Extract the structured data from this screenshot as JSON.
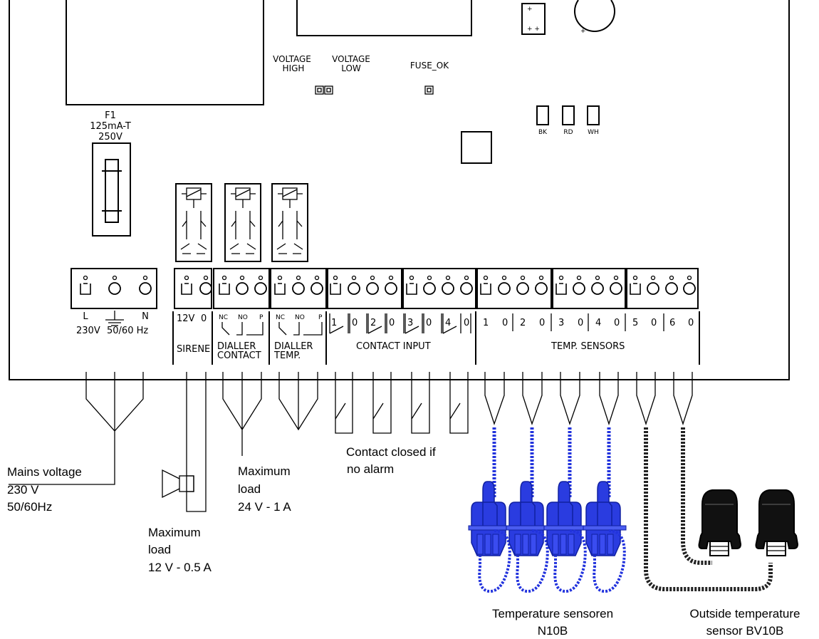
{
  "pcb": {
    "indicators": {
      "voltage_high": [
        "VOLTAGE",
        "HIGH"
      ],
      "voltage_low": [
        "VOLTAGE",
        "LOW"
      ],
      "fuse_ok": "FUSE_OK"
    },
    "connector_codes": [
      "BK",
      "RD",
      "WH"
    ],
    "fuse": {
      "name": "F1",
      "rating": "125mA-T",
      "voltage": "250V"
    }
  },
  "terminals": {
    "mains": {
      "pins": [
        "L",
        "N"
      ],
      "voltage": "230V",
      "frequency": "50/60 Hz"
    },
    "sirene": {
      "pins": [
        "12V",
        "0"
      ],
      "name": "SIRENE"
    },
    "dialler_contact": {
      "pins": [
        "NC",
        "NO",
        "P"
      ],
      "name": [
        "DIALLER",
        "CONTACT"
      ]
    },
    "dialler_temp": {
      "pins": [
        "NC",
        "NO",
        "P"
      ],
      "name": [
        "DIALLER",
        "TEMP."
      ]
    },
    "contact_input": {
      "pins": [
        "1",
        "0",
        "2",
        "0",
        "3",
        "0",
        "4",
        "0"
      ],
      "name": "CONTACT INPUT"
    },
    "temp_sensors": {
      "pins": [
        "1",
        "0",
        "2",
        "0",
        "3",
        "0",
        "4",
        "0",
        "5",
        "0",
        "6",
        "0"
      ],
      "name": "TEMP. SENSORS"
    }
  },
  "annotations": {
    "mains_voltage": [
      "Mains voltage",
      "230 V",
      "50/60Hz"
    ],
    "siren_load": [
      "Maximum",
      "load",
      "12 V - 0.5 A"
    ],
    "dialler_load": [
      "Maximum",
      "load",
      "24 V - 1 A"
    ],
    "contact_note": [
      "Contact closed if",
      "no alarm"
    ],
    "temp_sensors": [
      "Temperature sensoren",
      "N10B"
    ],
    "outside_sensor": [
      "Outside temperature",
      "sensor BV10B"
    ]
  }
}
